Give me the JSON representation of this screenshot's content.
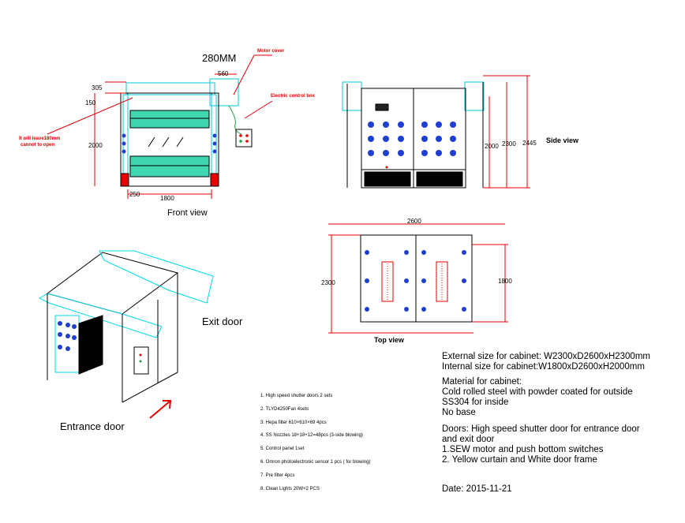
{
  "drawing": {
    "front_view_label": "Front view",
    "side_view_label": "Side view",
    "top_view_label": "Top view",
    "exit_door_label": "Exit door",
    "entrance_door_label": "Entrance door",
    "motor_cover_label": "Motor cover",
    "electric_box_label": "Electric control box",
    "leave_note_line1": "It will leave180mm",
    "leave_note_line2": "cannot to open",
    "mm_280": "280MM",
    "front_dims": {
      "d560": "560",
      "d305": "305",
      "d150": "150",
      "d2000": "2000",
      "d250": "250",
      "d1800": "1800"
    },
    "side_dims": {
      "d2000": "2000",
      "d2300": "2300",
      "d2445": "2445"
    },
    "top_dims": {
      "d2600": "2600",
      "d2300": "2300",
      "d1800": "1800"
    }
  },
  "parts_list": [
    "1. High speed shutter doors   2 sets",
    "2. TLYD4250Fan   4sets",
    "3. Hepa filter   610×610×69  4pcs",
    "4. SS Nozzles   18+18+12=48pcs  (3-side blowing)",
    "5. Control panel   1set",
    "6. Omron photoelectronic sensor    1 pcs ( for blowing)",
    "7. Pre filter   4pcs",
    "8. Clean Lights  20W×2 PCS"
  ],
  "specs": {
    "external": "External size for cabinet: W2300xD2600xH2300mm",
    "internal": "Internal size for cabinet:W1800xD2600xH2000mm",
    "material_title": "Material for cabinet:",
    "material_1": "Cold rolled steel with powder coated for outside",
    "material_2": "SS304 for inside",
    "material_3": " No base",
    "doors_1": "Doors: High speed shutter door for entrance door",
    "doors_2": " and exit door",
    "doors_3": "1.SEW motor  and push bottom switches",
    "doors_4": "2. Yellow curtain and White door frame",
    "date": "Date: 2015-11-21"
  },
  "colors": {
    "line": "#000000",
    "accent_cyan": "#00d0e0",
    "curtain": "#3fd6b0",
    "annotation_red": "#e60000",
    "nozzle_blue": "#1f3fd0"
  }
}
